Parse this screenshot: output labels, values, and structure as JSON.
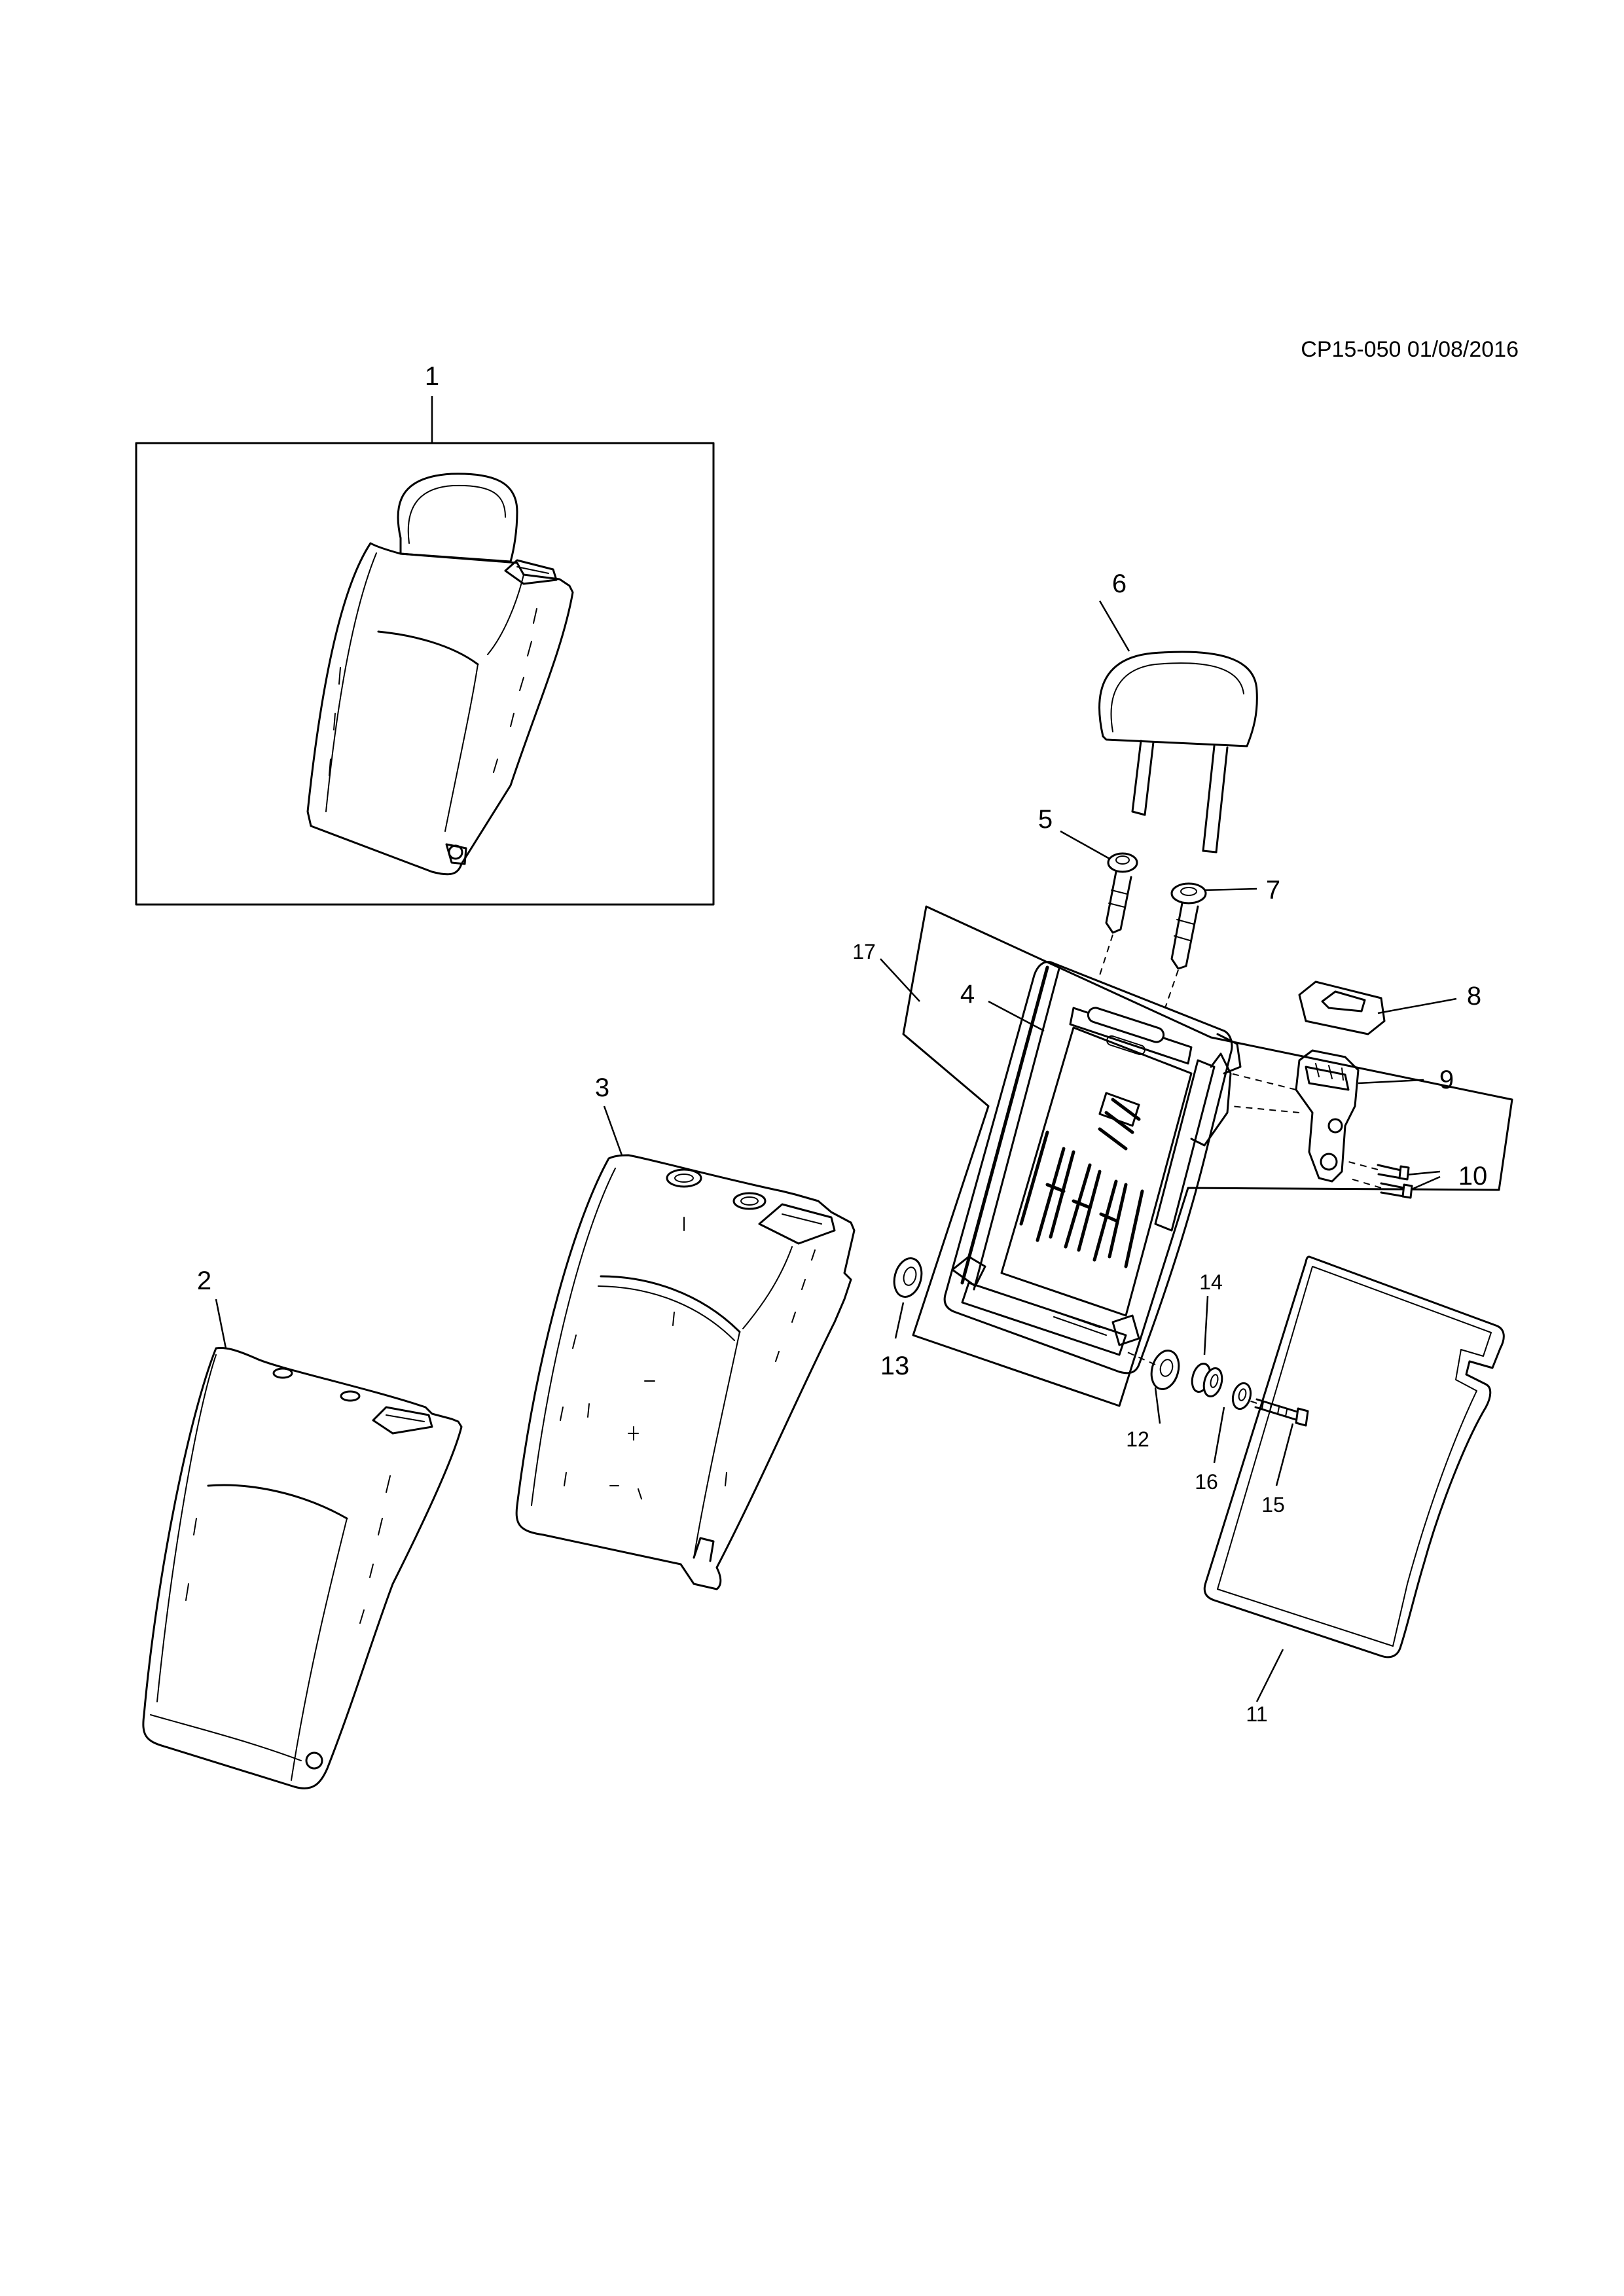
{
  "drawing": {
    "reference": "CP15-050 01/08/2016"
  },
  "callouts": [
    {
      "id": "1",
      "label": "1"
    },
    {
      "id": "2",
      "label": "2"
    },
    {
      "id": "3",
      "label": "3"
    },
    {
      "id": "4",
      "label": "4"
    },
    {
      "id": "5",
      "label": "5"
    },
    {
      "id": "6",
      "label": "6"
    },
    {
      "id": "7",
      "label": "7"
    },
    {
      "id": "8",
      "label": "8"
    },
    {
      "id": "9",
      "label": "9"
    },
    {
      "id": "10",
      "label": "10"
    },
    {
      "id": "11",
      "label": "11"
    },
    {
      "id": "12",
      "label": "12"
    },
    {
      "id": "13",
      "label": "13"
    },
    {
      "id": "14",
      "label": "14"
    },
    {
      "id": "15",
      "label": "15"
    },
    {
      "id": "16",
      "label": "16"
    },
    {
      "id": "17",
      "label": "17"
    }
  ]
}
